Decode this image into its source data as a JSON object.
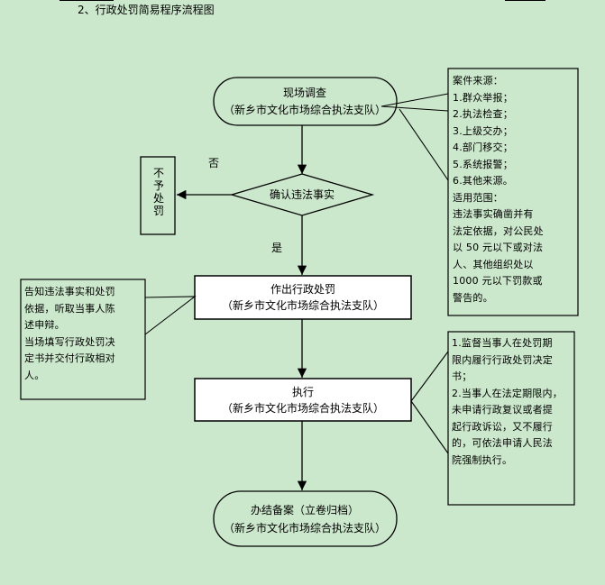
{
  "page_title": "2、行政处罚简易程序流程图",
  "nodes": {
    "investigation": {
      "title": "现场调查",
      "subtitle": "（新乡市文化市场综合执法支队）"
    },
    "confirm": {
      "title": "确认违法事实"
    },
    "no_penalty": {
      "title": "不予处罚"
    },
    "penalty": {
      "title": "作出行政处罚",
      "subtitle": "（新乡市文化市场综合执法支队）"
    },
    "execute": {
      "title": "执行",
      "subtitle": "（新乡市文化市场综合执法支队）"
    },
    "archive": {
      "title": "办结备案（立卷归档）",
      "subtitle": "（新乡市文化市场综合执法支队）"
    }
  },
  "edges": {
    "no_label": "否",
    "yes_label": "是"
  },
  "notes": {
    "source": {
      "lines": [
        "案件来源：",
        "1.群众举报；",
        "2.执法检查；",
        "3.上级交办；",
        "4.部门移交；",
        "5.系统报警；",
        "6.其他来源。",
        "适用范围：",
        "违法事实确凿并有",
        "法定依据，对公民处",
        "以 50 元以下或对法",
        "人、其他组织处以",
        "1000 元以下罚款或",
        "警告的。"
      ]
    },
    "inform": {
      "lines": [
        "告知违法事实和处罚",
        "依据，听取当事人陈",
        "述申辩。",
        "当场填写行政处罚决",
        "定书并交付行政相对",
        "人。"
      ]
    },
    "supervise": {
      "lines": [
        "1.监督当事人在处罚期",
        "限内履行行政处罚决定",
        "书；",
        "2.当事人在法定期限内，",
        "未申请行政复议或者提",
        "起行政诉讼，又不履行",
        "的，可依法申请人民法",
        "院强制执行。"
      ]
    }
  }
}
